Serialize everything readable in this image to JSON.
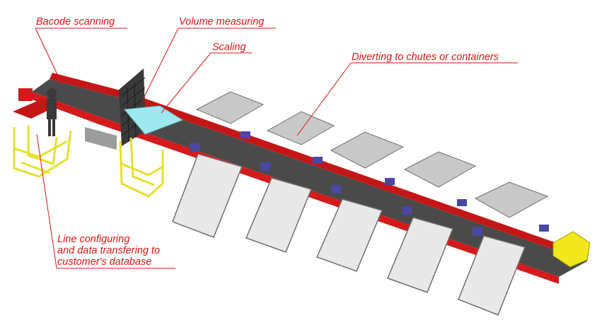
{
  "callouts": {
    "barcode": "Bacode scanning",
    "volume": "Volume measuring",
    "scaling": "Scaling",
    "diverting": "Diverting to chutes or containers",
    "line_config": [
      "Line configuring",
      "and  data transfering to",
      "customer's database"
    ]
  },
  "colors": {
    "callout_text": "#e01414",
    "conveyor_frame": "#d41a1a",
    "belt": "#4a4a4a",
    "chute": "#e8e8e8",
    "container": "#c8c8c8",
    "platform": "#e6e02a",
    "scale_plate": "#9ee8f0",
    "end_box": "#f0e81a",
    "divert_arm": "#4a48a0"
  }
}
